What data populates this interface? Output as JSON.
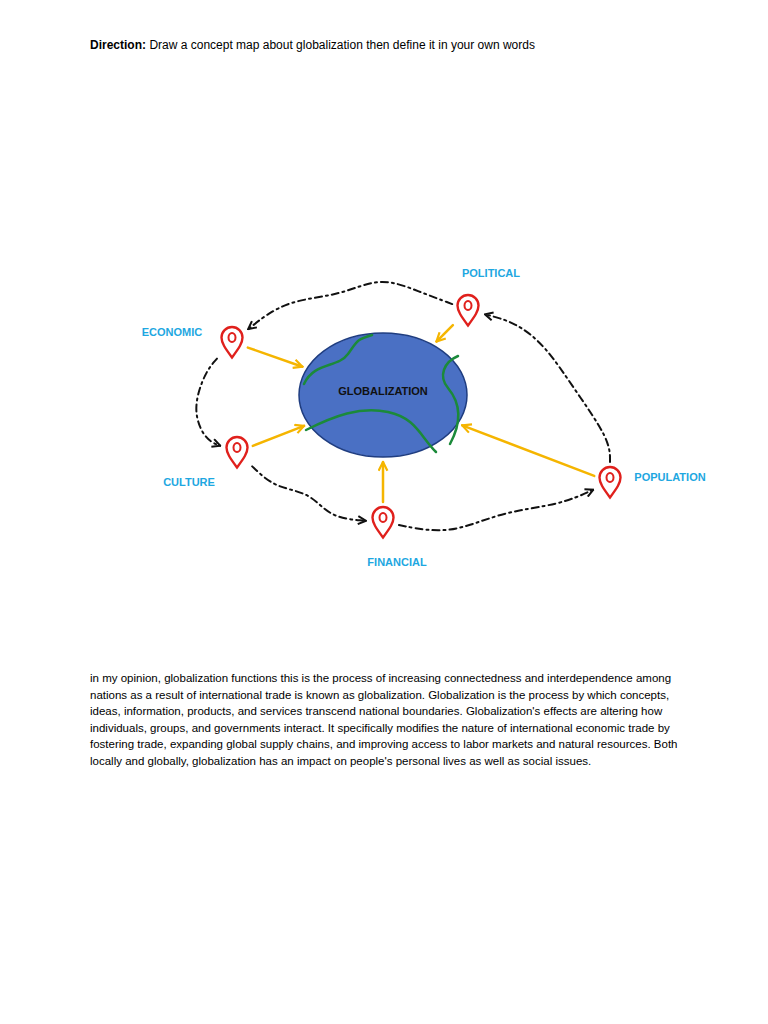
{
  "diagram": {
    "nodes": [
      {
        "text": [
          "POLITICAL"
        ]
      },
      {
        "text": [
          "ECONOMIC"
        ]
      },
      {
        "text": [
          "GLOBALIZATION"
        ]
      },
      {
        "text": [
          "POPULATION"
        ]
      },
      {
        "text": [
          "CULTURE"
        ]
      },
      {
        "text": [
          "FINANCIAL"
        ]
      }
    ],
    "edges": [
      {
        "from": 1,
        "to": 2,
        "arrow": "to"
      },
      {
        "from": 0,
        "to": 2,
        "arrow": "to"
      },
      {
        "from": 4,
        "to": 2,
        "arrow": "to"
      },
      {
        "from": 5,
        "to": 2,
        "arrow": "to"
      },
      {
        "from": 3,
        "to": 2,
        "arrow": "to"
      },
      {
        "from": 0,
        "to": 1,
        "arrow": "to"
      },
      {
        "from": 1,
        "to": 4,
        "arrow": "to"
      },
      {
        "from": 4,
        "to": 5,
        "arrow": "to"
      },
      {
        "from": 5,
        "to": 3,
        "arrow": "to"
      },
      {
        "from": 3,
        "to": 0,
        "arrow": "to"
      }
    ],
    "labels": [
      "Direction:",
      "Draw a concept map about globalization then define it in your own words",
      "in my opinion, globalization functions this is the process of increasing connectedness and interdependence among nations as a result of international trade is known as globalization. Globalization is the process by which concepts, ideas, information, products, and services transcend national boundaries. Globalization's effects are altering how individuals, groups, and governments interact. It specifically modifies the nature of international economic trade by fostering trade, expanding global supply chains, and improving access to labor markets and natural resources. Both locally and globally, globalization has an impact on people's personal lives as well as social issues."
    ]
  }
}
